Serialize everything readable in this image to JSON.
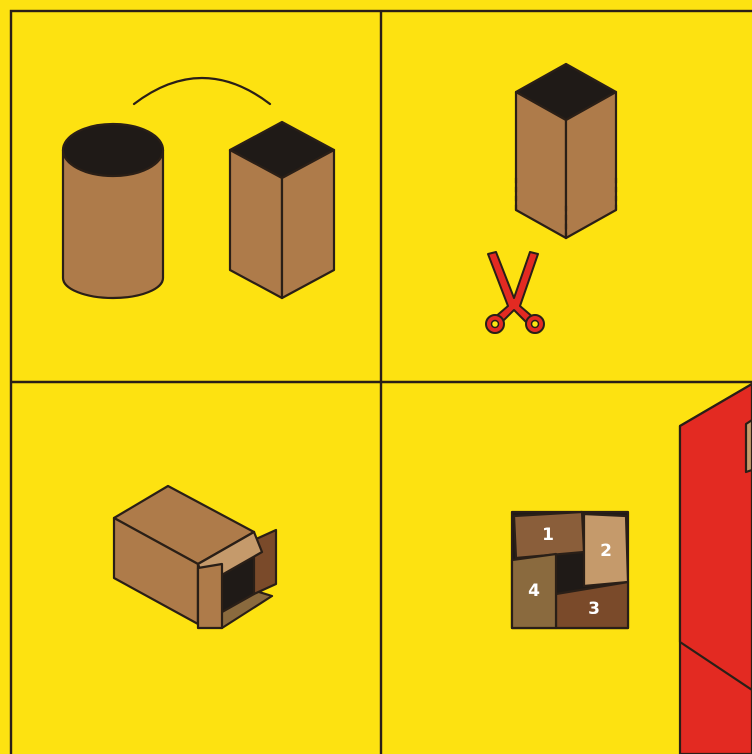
{
  "colors": {
    "background": "#fde211",
    "divider": "#2a1f17",
    "cardboard": "#ae7b4a",
    "cardboard_light": "#c59a6b",
    "cardboard_dark": "#7a4a2a",
    "cardboard_mid": "#8a6a3e",
    "top_fill": "#1f1a17",
    "scissors": "#e32a22",
    "box_red": "#e32a22"
  },
  "icons": [
    "scissors-icon"
  ],
  "panels": [
    {
      "name": "step-compare-shapes"
    },
    {
      "name": "step-cut-box"
    },
    {
      "name": "step-open-flaps"
    },
    {
      "name": "step-fold-flaps"
    }
  ],
  "flaps": {
    "labels": [
      "1",
      "2",
      "3",
      "4"
    ]
  }
}
